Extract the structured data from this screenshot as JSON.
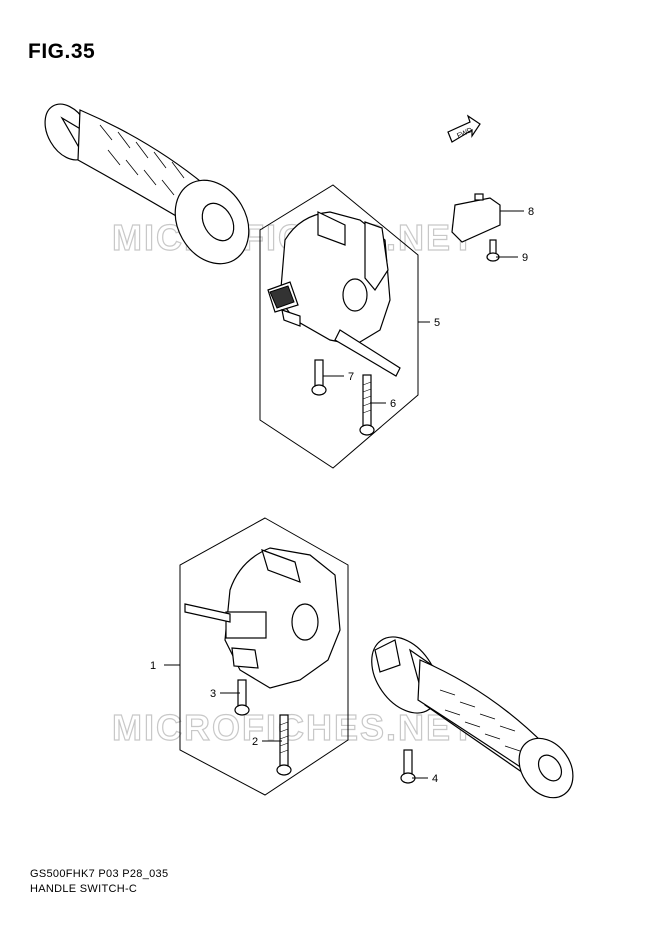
{
  "figure": {
    "title": "FIG.35",
    "footer_code": "GS500FHK7 P03 P28_035",
    "footer_name": "HANDLE SWITCH-C",
    "watermark": "MICROFICHES.NET",
    "fwd_label": "FWD"
  },
  "callouts": [
    {
      "num": "1"
    },
    {
      "num": "2"
    },
    {
      "num": "3"
    },
    {
      "num": "4"
    },
    {
      "num": "5"
    },
    {
      "num": "6"
    },
    {
      "num": "7"
    },
    {
      "num": "8"
    },
    {
      "num": "9"
    }
  ],
  "icons": {
    "fwd_arrow": "fwd-arrow-icon"
  }
}
